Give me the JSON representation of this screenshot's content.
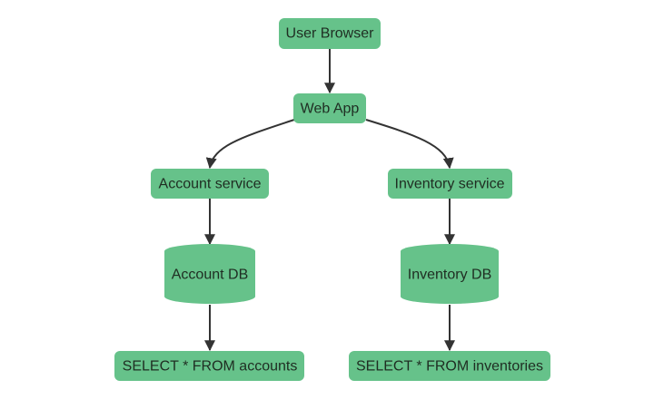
{
  "colors": {
    "node_fill": "#66c28a",
    "edge": "#333333",
    "label": "#1f2d22",
    "background": "#ffffff"
  },
  "nodes": {
    "user_browser": {
      "label": "User Browser",
      "shape": "rounded-rect"
    },
    "web_app": {
      "label": "Web App",
      "shape": "rounded-rect"
    },
    "account_service": {
      "label": "Account service",
      "shape": "rounded-rect"
    },
    "inventory_service": {
      "label": "Inventory service",
      "shape": "rounded-rect"
    },
    "account_db": {
      "label": "Account DB",
      "shape": "cylinder"
    },
    "inventory_db": {
      "label": "Inventory DB",
      "shape": "cylinder"
    },
    "accounts_query": {
      "label": "SELECT * FROM accounts",
      "shape": "rounded-rect"
    },
    "inventories_query": {
      "label": "SELECT * FROM inventories",
      "shape": "rounded-rect"
    }
  },
  "edges": [
    {
      "from": "user_browser",
      "to": "web_app"
    },
    {
      "from": "web_app",
      "to": "account_service"
    },
    {
      "from": "web_app",
      "to": "inventory_service"
    },
    {
      "from": "account_service",
      "to": "account_db"
    },
    {
      "from": "inventory_service",
      "to": "inventory_db"
    },
    {
      "from": "account_db",
      "to": "accounts_query"
    },
    {
      "from": "inventory_db",
      "to": "inventories_query"
    }
  ]
}
